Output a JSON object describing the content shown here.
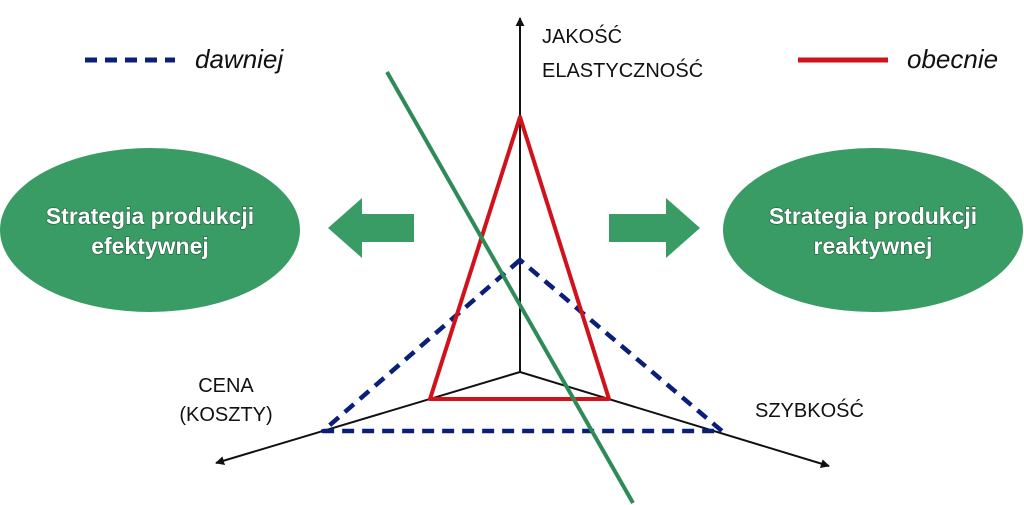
{
  "colors": {
    "past": "#0a1f7a",
    "present": "#d0121b",
    "divider": "#2e8b57",
    "ellipse": "#3a9c65",
    "arrow": "#3a9c65",
    "axis": "#111111"
  },
  "legend": {
    "past_label": "dawniej",
    "present_label": "obecnie"
  },
  "axes": {
    "top_line1": "JAKOŚĆ",
    "top_line2": "ELASTYCZNOŚĆ",
    "left_line1": "CENA",
    "left_line2": "(KOSZTY)",
    "right": "SZYBKOŚĆ"
  },
  "strategies": {
    "left_line1": "Strategia produkcji",
    "left_line2": "efektywnej",
    "right_line1": "Strategia produkcji",
    "right_line2": "reaktywnej"
  },
  "icons": {
    "left": "arrow-left-icon",
    "right": "arrow-right-icon"
  }
}
